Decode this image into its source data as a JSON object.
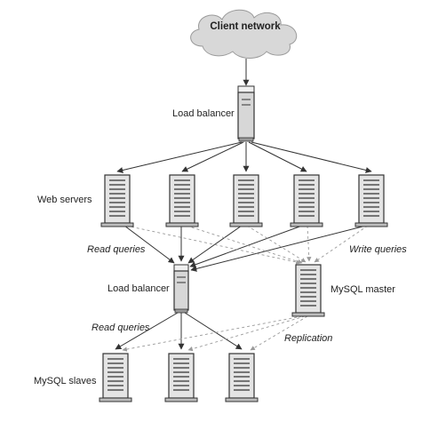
{
  "cloud": {
    "label": "Client network"
  },
  "load_balancer_top": {
    "label": "Load balancer"
  },
  "web_servers": {
    "label": "Web servers",
    "count": 5
  },
  "load_balancer_db": {
    "label": "Load balancer"
  },
  "mysql_master": {
    "label": "MySQL master"
  },
  "mysql_slaves": {
    "label": "MySQL slaves",
    "count": 3
  },
  "edge_labels": {
    "read_queries_upper": "Read queries",
    "write_queries": "Write queries",
    "read_queries_lower": "Read queries",
    "replication": "Replication"
  },
  "colors": {
    "line": "#333333",
    "dashed": "#9a9a9a",
    "server_fill": "#e4e4e4",
    "cloud_fill": "#d8d8d8"
  }
}
